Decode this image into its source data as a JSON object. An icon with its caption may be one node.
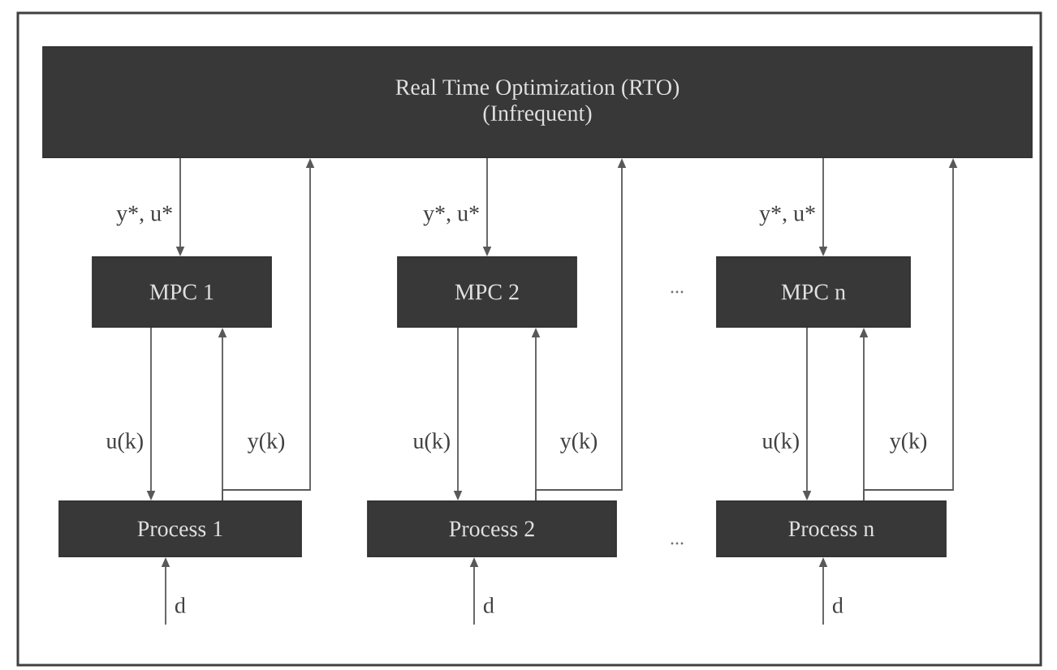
{
  "diagram": {
    "nodes": [
      {
        "text": [
          "Real Time Optimization (RTO)",
          "(Infrequent)"
        ]
      },
      {
        "text": [
          "MPC 1"
        ]
      },
      {
        "text": [
          "Process 1"
        ]
      },
      {
        "text": [
          "MPC 2"
        ]
      },
      {
        "text": [
          "Process 2"
        ]
      },
      {
        "text": [
          "MPC n"
        ]
      },
      {
        "text": [
          "Process n"
        ]
      }
    ],
    "edges": [
      {
        "from": 0,
        "to": 1,
        "arrow": "to",
        "label": "y*, u*"
      },
      {
        "from": 1,
        "to": 2,
        "arrow": "to",
        "label": "u(k)"
      },
      {
        "from": 2,
        "to": 1,
        "arrow": "to",
        "label": "y(k)"
      },
      {
        "from": 2,
        "to": 0,
        "arrow": "to"
      },
      {
        "from": null,
        "to": 2,
        "arrow": "to",
        "label": "d"
      },
      {
        "from": 0,
        "to": 3,
        "arrow": "to",
        "label": "y*, u*"
      },
      {
        "from": 3,
        "to": 4,
        "arrow": "to",
        "label": "u(k)"
      },
      {
        "from": 4,
        "to": 3,
        "arrow": "to",
        "label": "y(k)"
      },
      {
        "from": 4,
        "to": 0,
        "arrow": "to"
      },
      {
        "from": null,
        "to": 4,
        "arrow": "to",
        "label": "d"
      },
      {
        "from": 0,
        "to": 5,
        "arrow": "to",
        "label": "y*, u*"
      },
      {
        "from": 5,
        "to": 6,
        "arrow": "to",
        "label": "u(k)"
      },
      {
        "from": 6,
        "to": 5,
        "arrow": "to",
        "label": "y(k)"
      },
      {
        "from": 6,
        "to": 0,
        "arrow": "to"
      },
      {
        "from": null,
        "to": 6,
        "arrow": "to",
        "label": "d"
      }
    ],
    "labels": [
      "...",
      "..."
    ]
  }
}
